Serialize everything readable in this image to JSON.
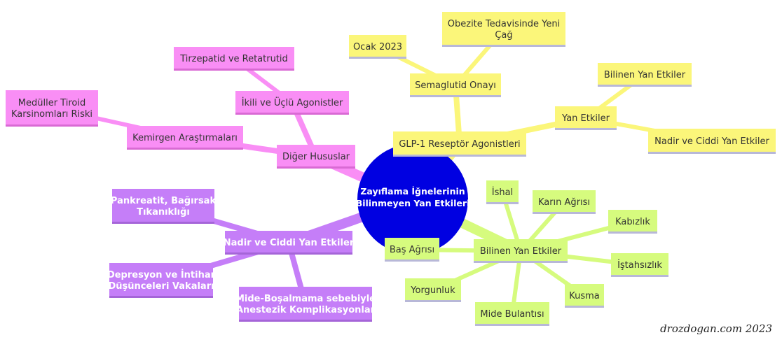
{
  "center": {
    "lines": [
      "Zayıflama İğnelerinin",
      "Bilinmeyen Yan Etkileri"
    ]
  },
  "colors": {
    "yellow": "#fbf67a",
    "yellow_border": "#c9c9e0",
    "green": "#d6fb7e",
    "purple": "#c57ef8",
    "pink": "#f98ef5",
    "center": "#0000e1"
  },
  "nodes": {
    "glp1": {
      "lines": [
        "GLP-1 Reseptör Agonistleri"
      ]
    },
    "semaglutid": {
      "lines": [
        "Semaglutid Onayı"
      ]
    },
    "ocak": {
      "lines": [
        "Ocak 2023"
      ]
    },
    "obezite": {
      "lines": [
        "Obezite Tedavisinde Yeni",
        "Çağ"
      ]
    },
    "yanetkiler_y": {
      "lines": [
        "Yan Etkiler"
      ]
    },
    "bilinen_y": {
      "lines": [
        "Bilinen Yan Etkiler"
      ]
    },
    "nadir_y": {
      "lines": [
        "Nadir ve Ciddi Yan Etkiler"
      ]
    },
    "bilinen_g": {
      "lines": [
        "Bilinen Yan Etkiler"
      ]
    },
    "ishal": {
      "lines": [
        "İshal"
      ]
    },
    "karin": {
      "lines": [
        "Karın Ağrısı"
      ]
    },
    "kabizlik": {
      "lines": [
        "Kabızlık"
      ]
    },
    "istahsizlik": {
      "lines": [
        "İştahsızlık"
      ]
    },
    "kusma": {
      "lines": [
        "Kusma"
      ]
    },
    "mide_bulantisi": {
      "lines": [
        "Mide Bulantısı"
      ]
    },
    "yorgunluk": {
      "lines": [
        "Yorgunluk"
      ]
    },
    "bas": {
      "lines": [
        "Baş Ağrısı"
      ]
    },
    "nadir_p": {
      "lines": [
        "Nadir ve Ciddi Yan Etkiler"
      ]
    },
    "pankreatit": {
      "lines": [
        "Pankreatit, Bağırsak",
        "Tıkanıklığı"
      ]
    },
    "depresyon": {
      "lines": [
        "Depresyon ve İntihar",
        "Düşünceleri Vakaları"
      ]
    },
    "mide_bos": {
      "lines": [
        "Mide-Boşalmama sebebiyle",
        "Anestezik Komplikasyonlar"
      ]
    },
    "diger": {
      "lines": [
        "Diğer Hususlar"
      ]
    },
    "ikili": {
      "lines": [
        "İkili ve Üçlü Agonistler"
      ]
    },
    "tirzepatid": {
      "lines": [
        "Tirzepatid ve Retatrutid"
      ]
    },
    "kemirgen": {
      "lines": [
        "Kemirgen Araştırmaları"
      ]
    },
    "medulle": {
      "lines": [
        "Medüller Tiroid",
        "Karsinomları Riski"
      ]
    }
  },
  "credit": "drozdogan.com 2023"
}
